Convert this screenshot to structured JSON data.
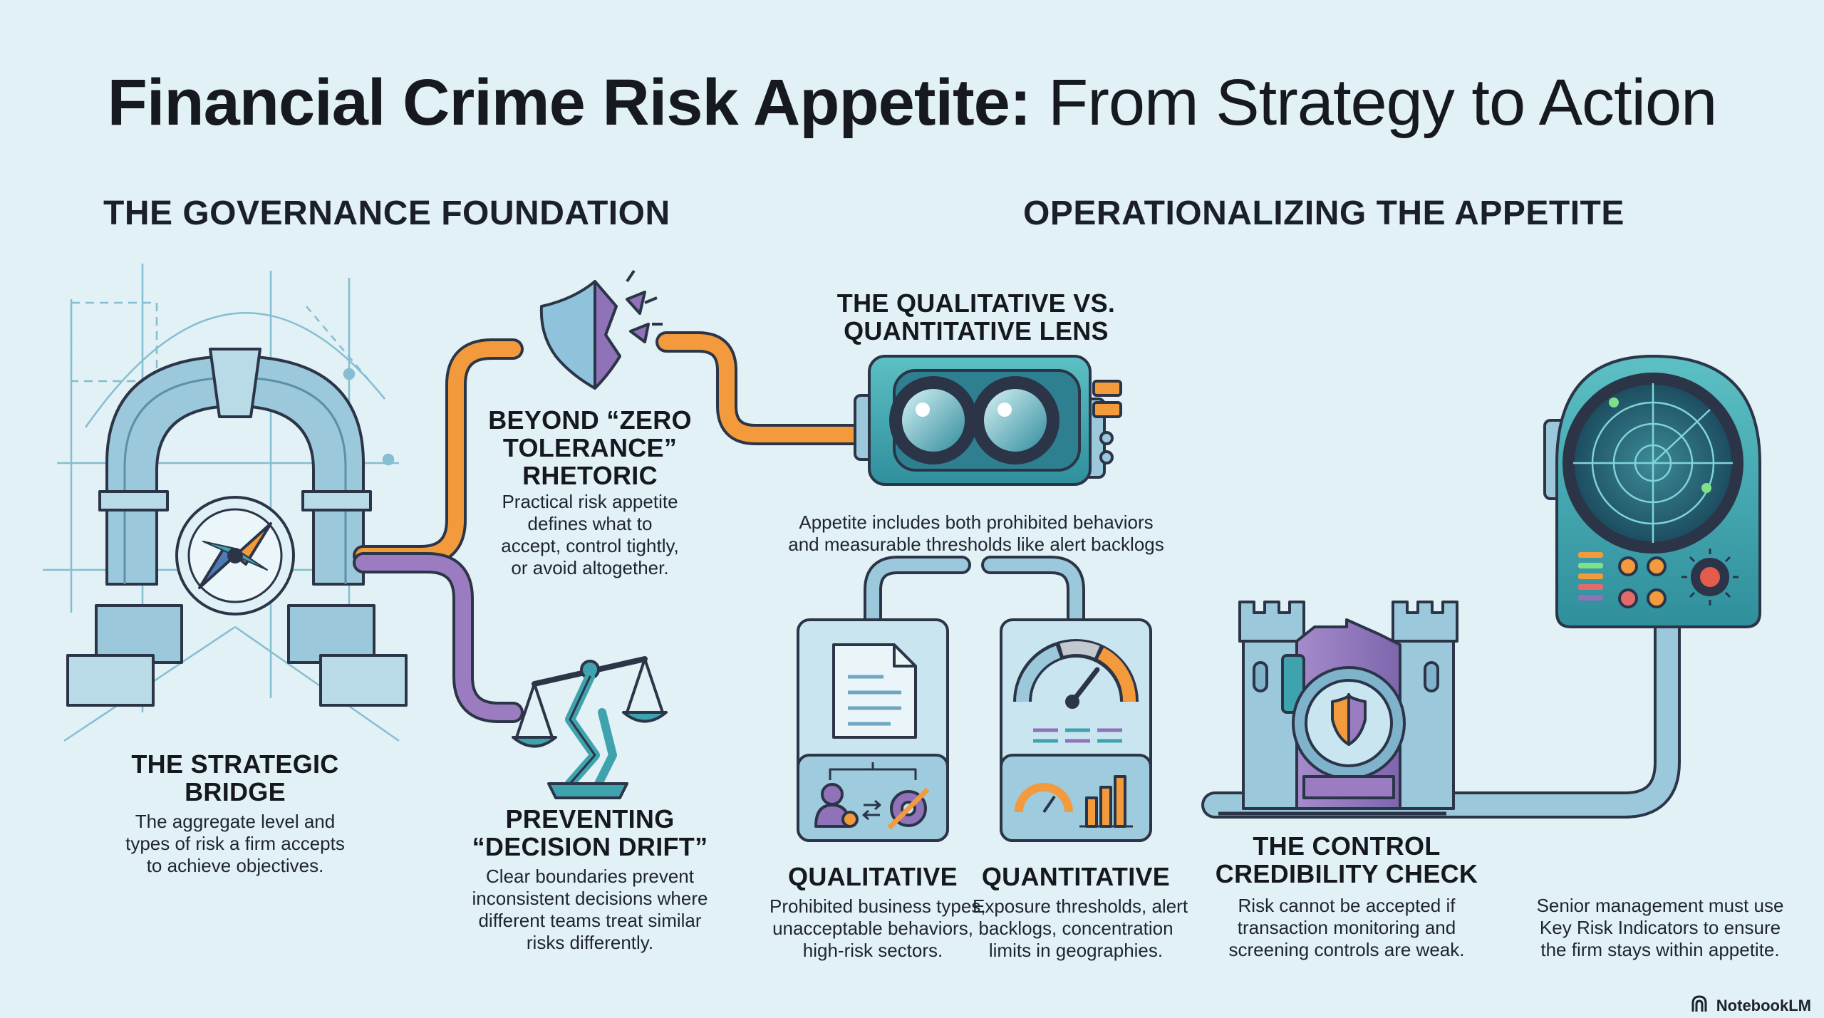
{
  "title": {
    "bold": "Financial Crime Risk Appetite:",
    "regular": "From Strategy to Action"
  },
  "sections": {
    "left": "THE GOVERNANCE FOUNDATION",
    "right": "OPERATIONALIZING THE APPETITE"
  },
  "cards": {
    "strategic_bridge": {
      "heading": [
        "THE STRATEGIC",
        "BRIDGE"
      ],
      "text": [
        "The aggregate level and",
        "types of risk a firm accepts",
        "to achieve objectives."
      ],
      "icon": "arch-compass-icon"
    },
    "zero_tolerance": {
      "heading": [
        "BEYOND “ZERO",
        "TOLERANCE”",
        "RHETORIC"
      ],
      "text": [
        "Practical risk appetite",
        "defines what to",
        "accept, control tightly,",
        "or avoid altogether."
      ],
      "icon": "broken-shield-icon"
    },
    "decision_drift": {
      "heading": [
        "PREVENTING",
        "“DECISION DRIFT”"
      ],
      "text": [
        "Clear boundaries prevent",
        "inconsistent decisions where",
        "different teams treat similar",
        "risks differently."
      ],
      "icon": "scales-icon"
    },
    "lens": {
      "heading": [
        "THE QUALITATIVE VS.",
        "QUANTITATIVE LENS"
      ],
      "text": [
        "Appetite includes both prohibited behaviors",
        "and measurable thresholds like alert backlogs"
      ],
      "icon": "binoculars-icon"
    },
    "qualitative": {
      "heading": [
        "QUALITATIVE"
      ],
      "text": [
        "Prohibited business types,",
        "unacceptable behaviors,",
        "high-risk sectors."
      ],
      "icon": "document-icon"
    },
    "quantitative": {
      "heading": [
        "QUANTITATIVE"
      ],
      "text": [
        "Exposure thresholds, alert",
        "backlogs, concentration",
        "limits in geographies."
      ],
      "icon": "gauge-icon"
    },
    "control_check": {
      "heading": [
        "THE CONTROL",
        "CREDIBILITY CHECK"
      ],
      "text": [
        "Risk cannot be accepted if",
        "transaction monitoring and",
        "screening controls are weak."
      ],
      "icon": "vault-castle-icon"
    },
    "kri": {
      "text": [
        "Senior management must use",
        "Key Risk Indicators to ensure",
        "the firm stays within appetite."
      ],
      "icon": "radar-icon"
    }
  },
  "brand": "NotebookLM",
  "colors": {
    "background": "#e1f1f5",
    "orange": "#f39a3c",
    "purple": "#9b7cc0",
    "teal": "#3fa3ad",
    "blue": "#9cc8dc",
    "ink": "#2c3548"
  }
}
